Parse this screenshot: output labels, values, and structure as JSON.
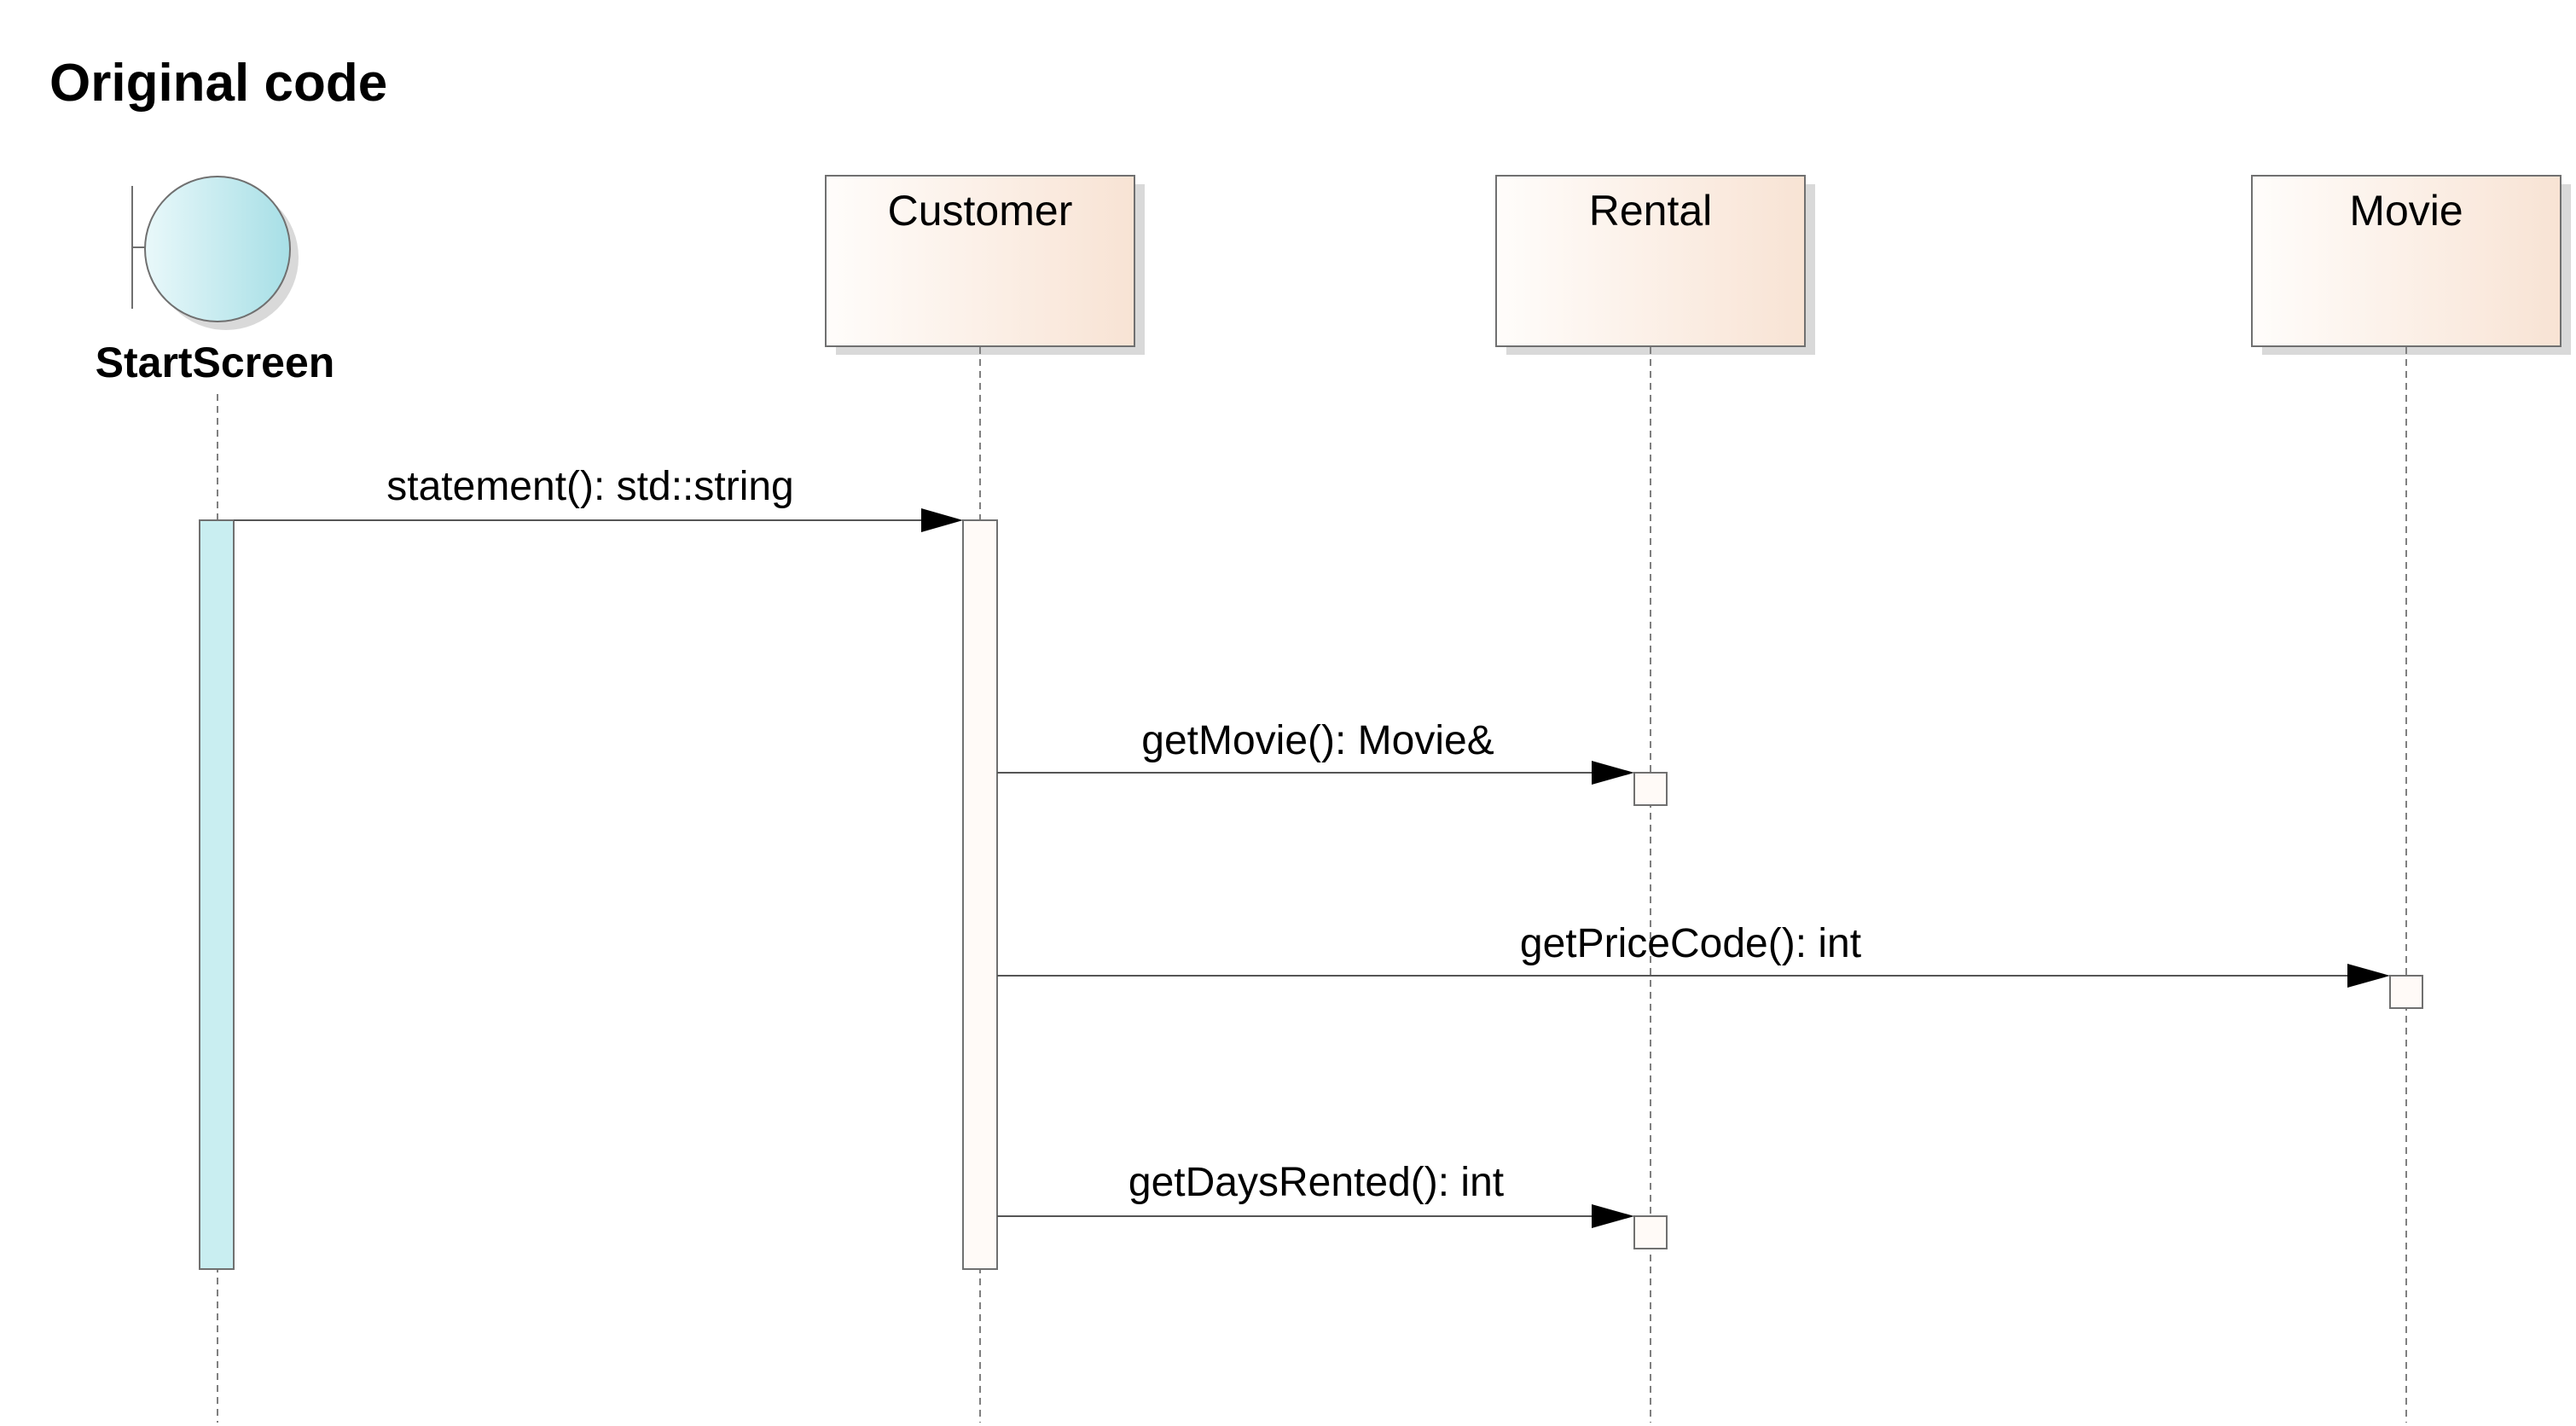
{
  "diagram": {
    "title": "Original code",
    "boundary": {
      "name": "StartScreen"
    },
    "objects": [
      {
        "id": "customer",
        "name": "Customer"
      },
      {
        "id": "rental",
        "name": "Rental"
      },
      {
        "id": "movie",
        "name": "Movie"
      }
    ],
    "messages": [
      {
        "from": "startscreen",
        "to": "customer",
        "label": "statement(): std::string"
      },
      {
        "from": "customer",
        "to": "rental",
        "label": "getMovie(): Movie&"
      },
      {
        "from": "customer",
        "to": "movie",
        "label": "getPriceCode(): int"
      },
      {
        "from": "customer",
        "to": "rental",
        "label": "getDaysRented(): int"
      }
    ],
    "colors": {
      "boundary_fill": "#b3e5ea",
      "activation_boundary": "#c9eef1",
      "object_fill_light": "#fffdfb",
      "object_fill_dark": "#f8e3d4",
      "activation_object": "#fffaf7",
      "shadow": "#d9d9d9",
      "line": "#555555"
    }
  }
}
